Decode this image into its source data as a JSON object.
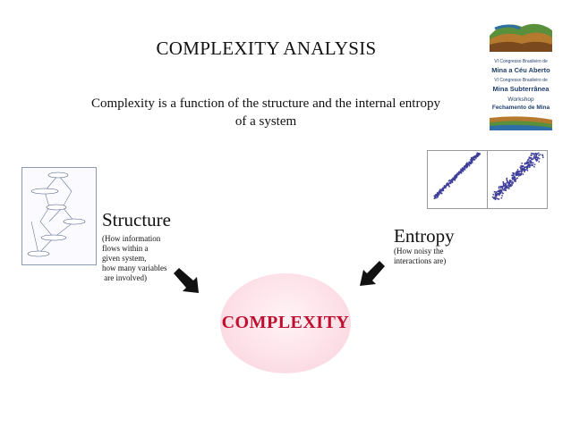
{
  "slide": {
    "title": "COMPLEXITY ANALYSIS",
    "subtitle_line1": "Complexity is a  function of the structure and the internal entropy",
    "subtitle_line2": "of a system"
  },
  "structure": {
    "title": "Structure",
    "desc": [
      "(How information",
      "flows within a",
      "given system,",
      "how many variables",
      " are involved)"
    ]
  },
  "entropy": {
    "title": "Entropy",
    "desc": [
      "(How noisy the",
      "interactions are)"
    ]
  },
  "center": {
    "label": "COMPLEXITY"
  },
  "logo": {
    "line1": "VI Congresso Brasileiro de",
    "line2": "Mina a Céu Aberto",
    "line3": "VI Congresso Brasileiro de",
    "line4": "Mina Subterrânea",
    "line5": "Workshop",
    "line6": "Fechamento de Mina"
  },
  "colors": {
    "accent": "#c0102f",
    "ellipse": "#fde1e8",
    "logo_blue": "#1f3f6b",
    "scatter": "#3f3f9a"
  }
}
